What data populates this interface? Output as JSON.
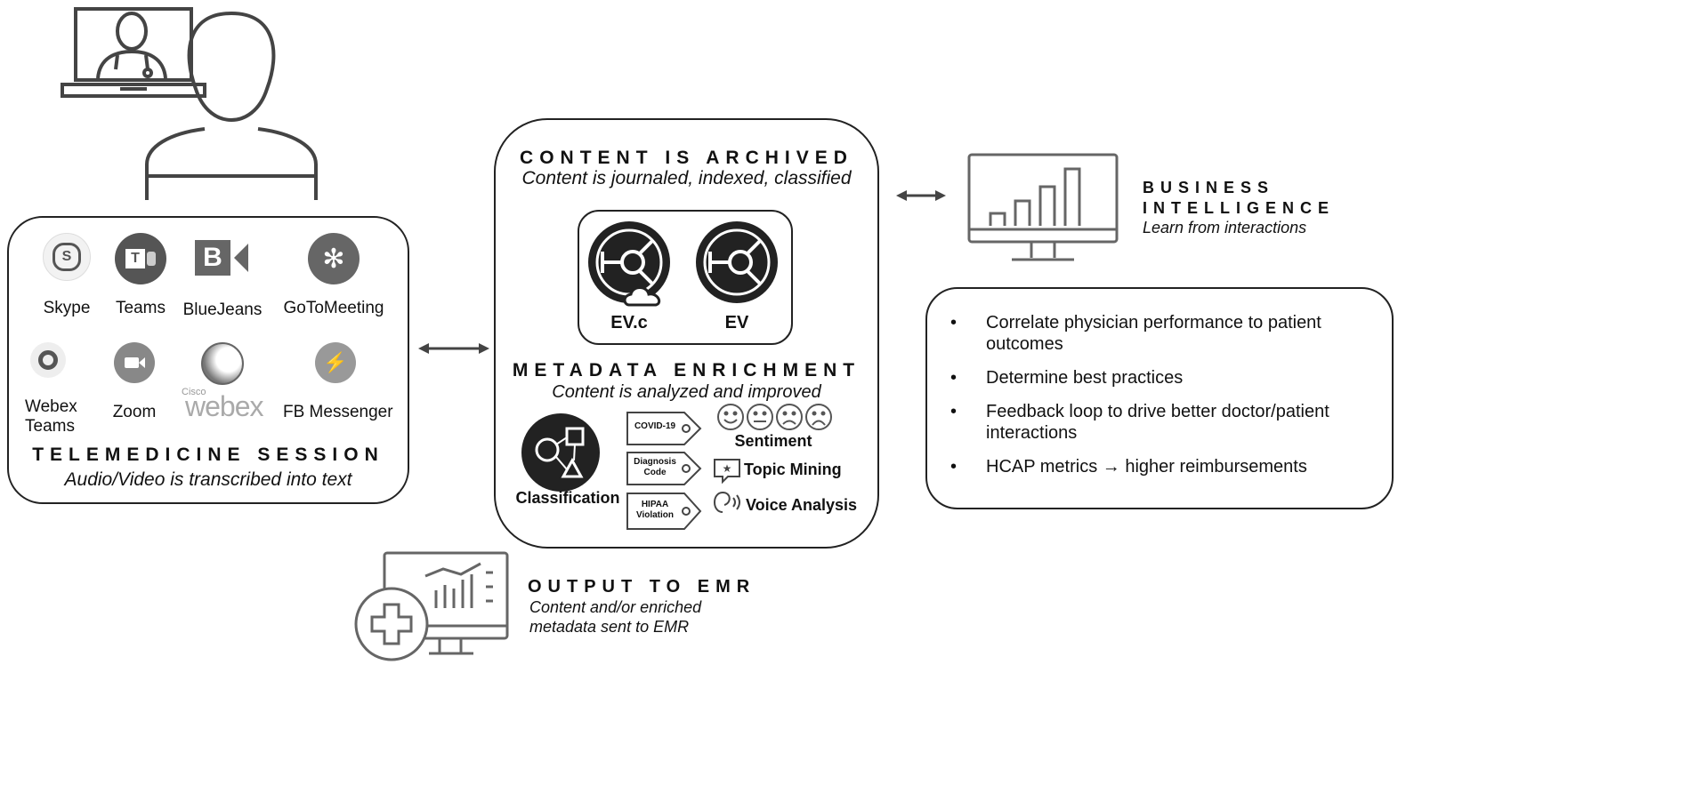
{
  "telemedicine": {
    "title": "TELEMEDICINE SESSION",
    "subtitle": "Audio/Video is transcribed into text",
    "apps": [
      {
        "label": "Skype",
        "icon": "skype-icon"
      },
      {
        "label": "Teams",
        "icon": "teams-icon"
      },
      {
        "label": "BlueJeans",
        "icon": "bluejeans-icon"
      },
      {
        "label": "GoToMeeting",
        "icon": "gotomeeting-icon"
      },
      {
        "label": "Webex\nTeams",
        "icon": "webex-teams-icon"
      },
      {
        "label": "Zoom",
        "icon": "zoom-icon"
      },
      {
        "label": "",
        "icon": "cisco-webex-icon",
        "logo_text": "Cisco webex"
      },
      {
        "label": "FB Messenger",
        "icon": "fb-messenger-icon"
      }
    ]
  },
  "archive": {
    "title": "CONTENT IS ARCHIVED",
    "subtitle": "Content is journaled, indexed, classified",
    "ev_labels": [
      "EV.c",
      "EV"
    ],
    "metadata_title": "METADATA ENRICHMENT",
    "metadata_subtitle": "Content is analyzed and improved",
    "classification_label": "Classification",
    "tags": [
      "COVID-19",
      "Diagnosis\nCode",
      "HIPAA\nViolation"
    ],
    "features": [
      "Sentiment",
      "Topic Mining",
      "Voice Analysis"
    ]
  },
  "business": {
    "title_line1": "BUSINESS",
    "title_line2": "INTELLIGENCE",
    "subtitle": "Learn from interactions",
    "bullets": [
      "Correlate physician performance to patient outcomes",
      "Determine best practices",
      "Feedback loop to drive better doctor/patient interactions",
      "HCAP metrics → higher reimbursements"
    ]
  },
  "emr": {
    "title": "OUTPUT TO EMR",
    "subtitle_line1": "Content and/or enriched",
    "subtitle_line2": "metadata sent to EMR"
  }
}
